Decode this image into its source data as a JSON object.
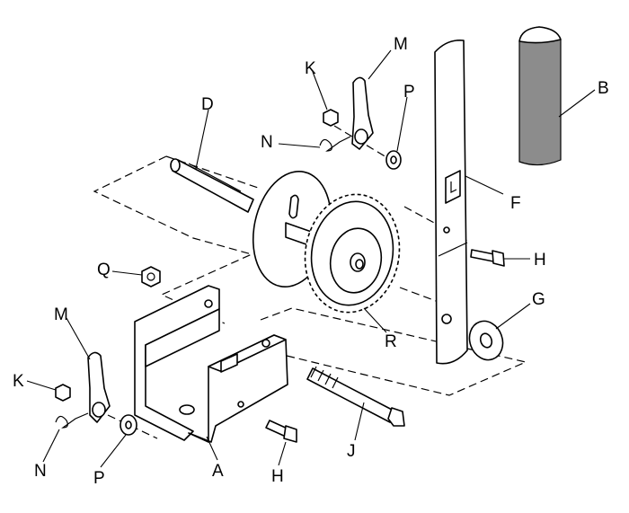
{
  "labels": {
    "A": "A",
    "B": "B",
    "D": "D",
    "F": "F",
    "G": "G",
    "H1": "H",
    "H2": "H",
    "J": "J",
    "K1": "K",
    "K2": "K",
    "M1": "M",
    "M2": "M",
    "N1": "N",
    "N2": "N",
    "P1": "P",
    "P2": "P",
    "Q": "Q",
    "R": "R"
  }
}
